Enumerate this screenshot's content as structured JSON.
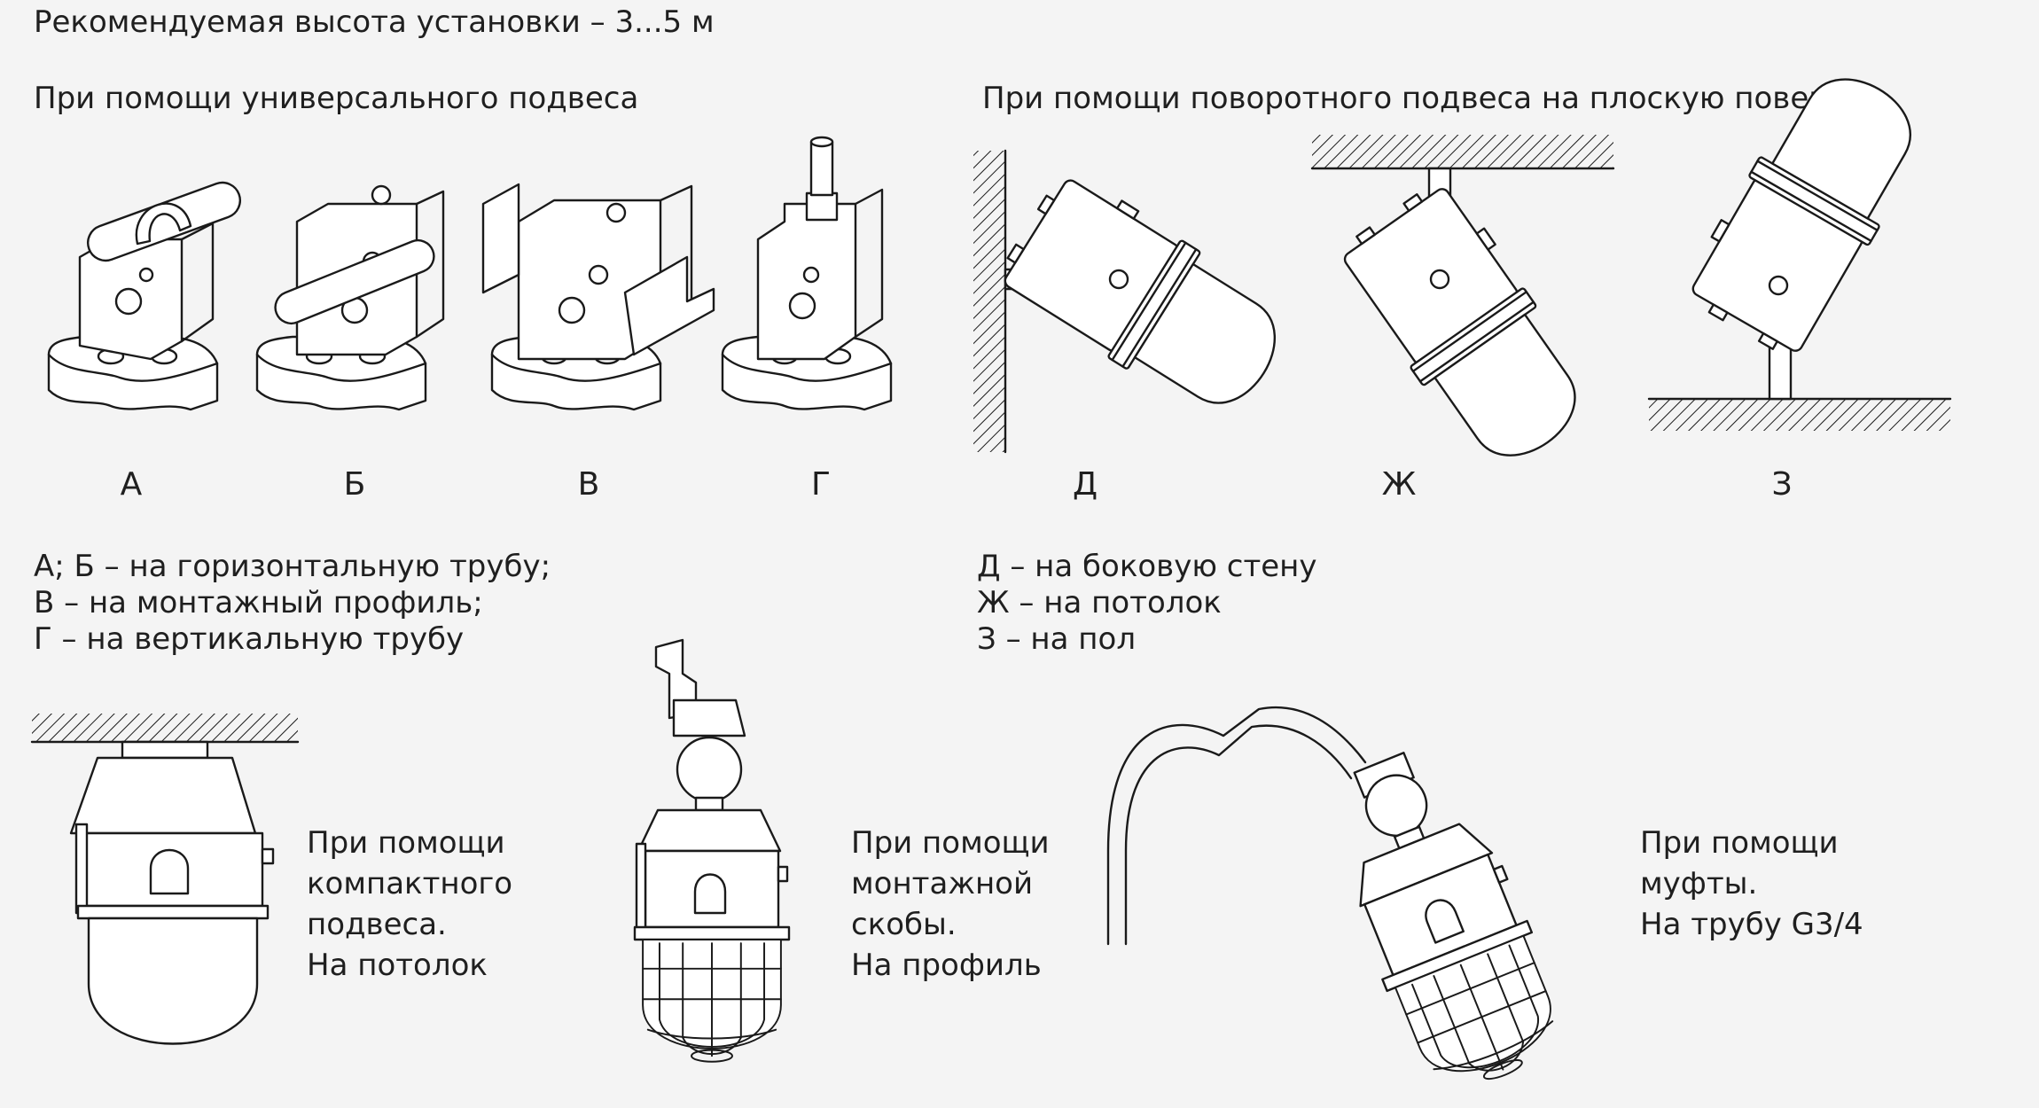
{
  "header": {
    "height_note": "Рекомендуемая высота установки – 3...5 м",
    "universal_title": "При помощи универсального подвеса",
    "swivel_title": "При помощи поворотного подвеса на плоскую повер-ть"
  },
  "universal_labels": [
    "А",
    "Б",
    "В",
    "Г"
  ],
  "swivel_labels": [
    "Д",
    "Ж",
    "З"
  ],
  "universal_legend": [
    "А; Б – на горизонтальную трубу;",
    "В – на монтажный профиль;",
    "Г – на вертикальную трубу"
  ],
  "swivel_legend": [
    "Д – на боковую стену",
    "Ж – на потолок",
    "З – на пол"
  ],
  "compact": [
    "При помощи",
    "компактного",
    "подвеса.",
    "На потолок"
  ],
  "bracket": [
    "При помощи",
    "монтажной",
    "скобы.",
    "На профиль"
  ],
  "coupling": [
    "При помощи",
    "муфты.",
    "На трубу G3/4"
  ]
}
